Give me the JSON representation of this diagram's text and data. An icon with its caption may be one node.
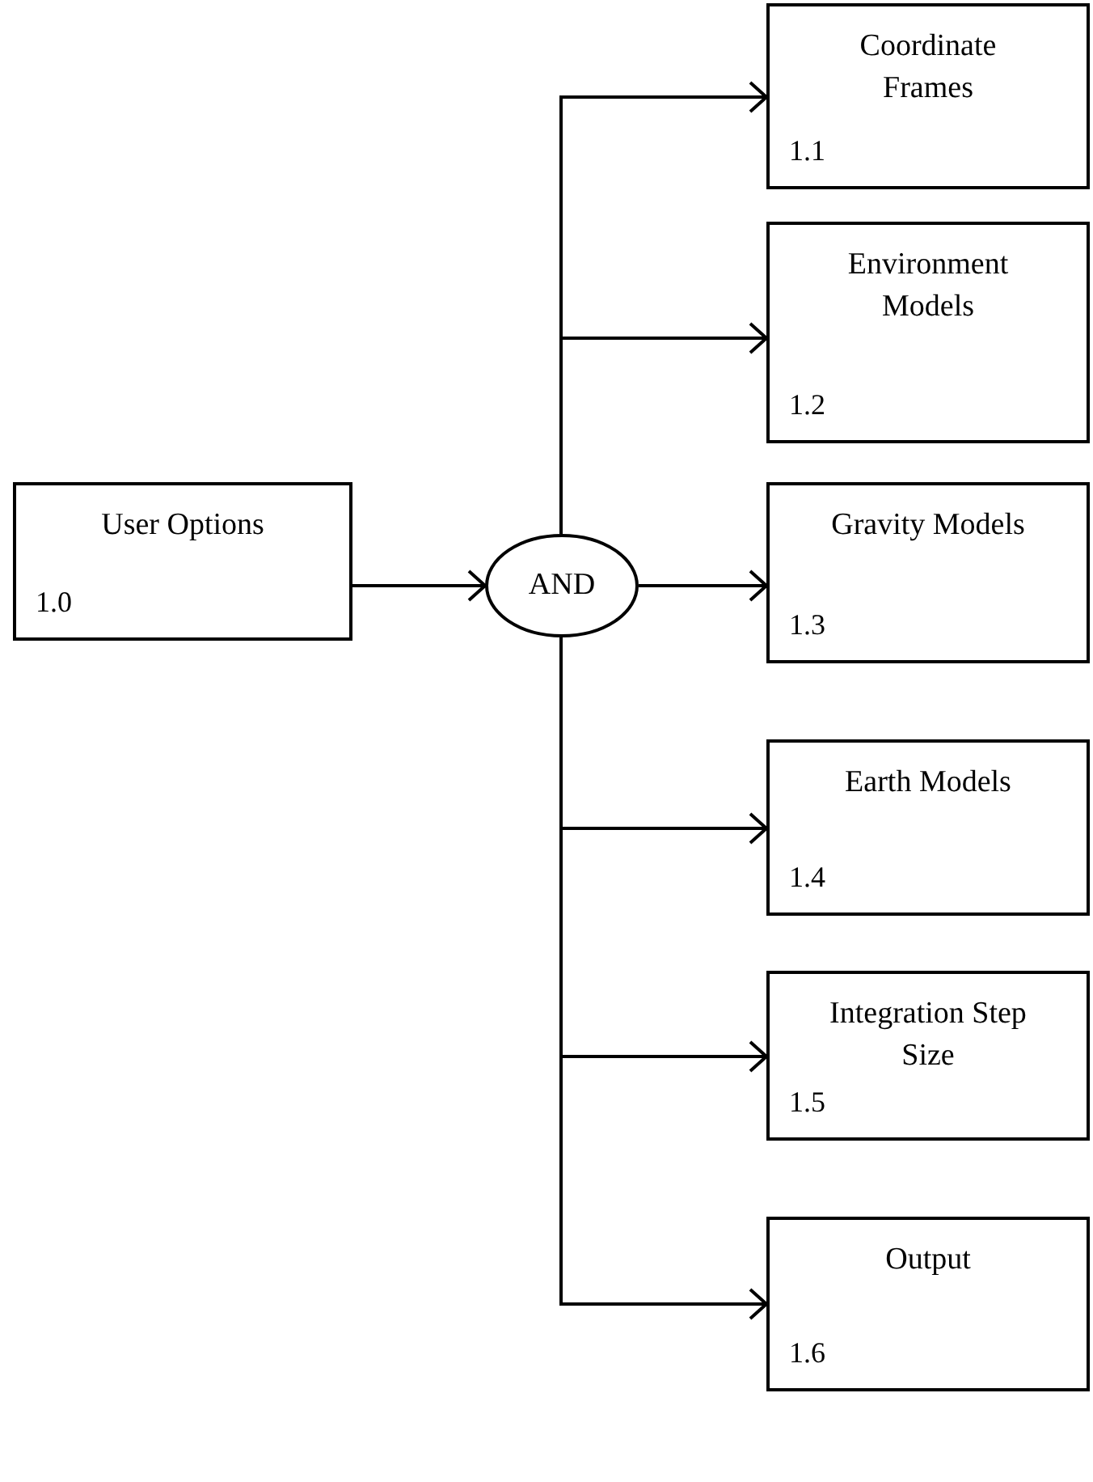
{
  "diagram": {
    "nodes": [
      {
        "text": [
          "User Options",
          "1.0"
        ]
      },
      {
        "text": [
          "AND"
        ]
      },
      {
        "text": [
          "Coordinate Frames",
          "1.1"
        ]
      },
      {
        "text": [
          "Environment Models",
          "1.2"
        ]
      },
      {
        "text": [
          "Gravity Models",
          "1.3"
        ]
      },
      {
        "text": [
          "Earth Models",
          "1.4"
        ]
      },
      {
        "text": [
          "Integration Step Size",
          "1.5"
        ]
      },
      {
        "text": [
          "Output",
          "1.6"
        ]
      }
    ],
    "edges": [
      {
        "from": 0,
        "to": 1,
        "arrow": "to"
      },
      {
        "from": 1,
        "to": 2,
        "arrow": "to"
      },
      {
        "from": 1,
        "to": 3,
        "arrow": "to"
      },
      {
        "from": 1,
        "to": 4,
        "arrow": "to"
      },
      {
        "from": 1,
        "to": 5,
        "arrow": "to"
      },
      {
        "from": 1,
        "to": 6,
        "arrow": "to"
      },
      {
        "from": 1,
        "to": 7,
        "arrow": "to"
      }
    ]
  }
}
